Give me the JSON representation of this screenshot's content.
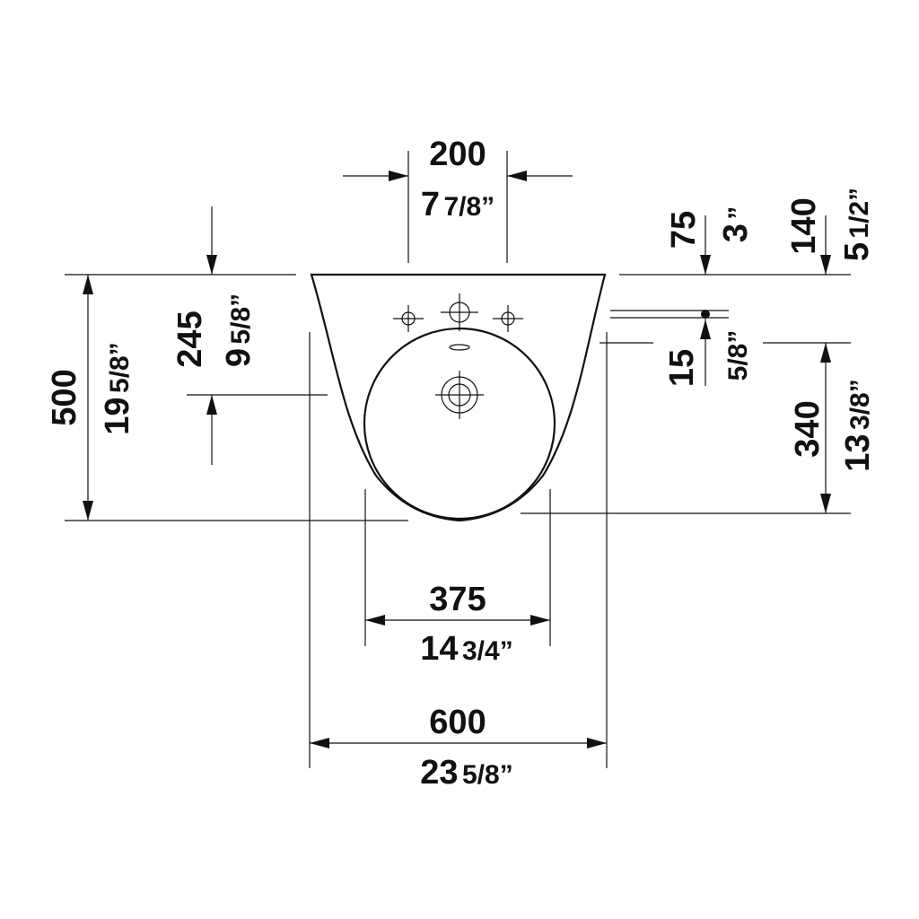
{
  "dimensions": {
    "overall_width": {
      "mm": "600",
      "inch_whole": "23",
      "inch_fraction": "5/8”"
    },
    "bowl_width": {
      "mm": "375",
      "inch_whole": "14",
      "inch_fraction": "3/4”"
    },
    "tap_spacing": {
      "mm": "200",
      "inch_whole": "7",
      "inch_fraction": "7/8”"
    },
    "overall_depth": {
      "mm": "500",
      "inch_whole": "19",
      "inch_fraction": "5/8”"
    },
    "bowl_center_depth": {
      "mm": "245",
      "inch_whole": "9",
      "inch_fraction": "5/8”"
    },
    "tap_hole_offset": {
      "mm": "75",
      "inch_whole": "3",
      "inch_fraction": "”"
    },
    "fixing_height": {
      "mm": "140",
      "inch_whole": "5",
      "inch_fraction": "1/2”"
    },
    "fixing_offset": {
      "mm": "15",
      "inch_fraction": "5/8”"
    },
    "bowl_depth": {
      "mm": "340",
      "inch_whole": "13",
      "inch_fraction": "3/8”"
    }
  }
}
